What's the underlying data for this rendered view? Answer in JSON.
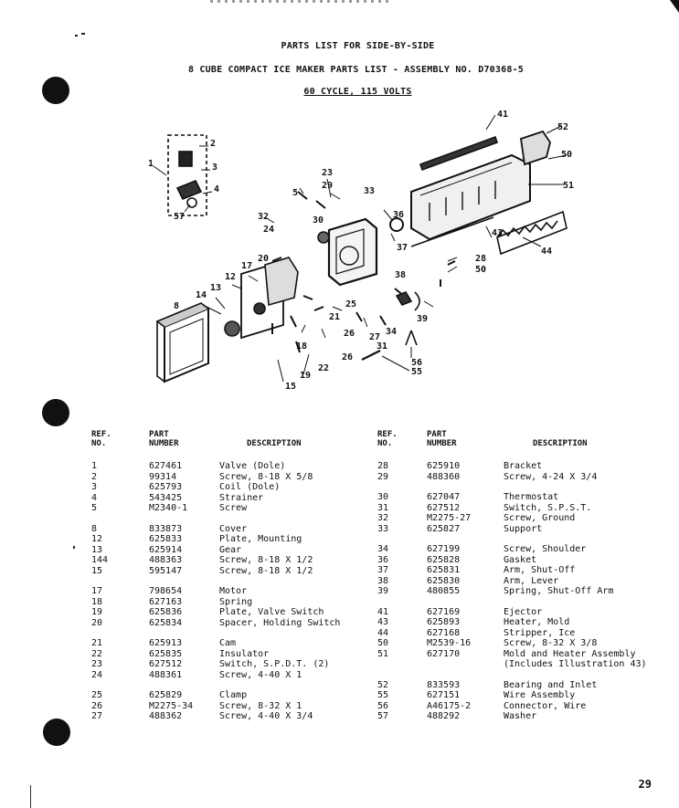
{
  "titles": {
    "line1": "PARTS LIST FOR SIDE-BY-SIDE",
    "line2": "8 CUBE COMPACT ICE MAKER PARTS LIST - ASSEMBLY NO. D70368-5",
    "line3": "60 CYCLE, 115 VOLTS"
  },
  "headers": {
    "ref": [
      "REF.",
      "NO."
    ],
    "part": [
      "PART",
      "NUMBER"
    ],
    "desc": "DESCRIPTION"
  },
  "callouts": [
    "1",
    "2",
    "3",
    "4",
    "57",
    "5",
    "23",
    "29",
    "33",
    "41",
    "52",
    "50",
    "51",
    "32",
    "24",
    "30",
    "36",
    "37",
    "43",
    "44",
    "28",
    "50",
    "17",
    "20",
    "38",
    "12",
    "13",
    "8",
    "14",
    "25",
    "21",
    "26",
    "34",
    "39",
    "18",
    "19",
    "31",
    "27",
    "26",
    "22",
    "15",
    "56",
    "55"
  ],
  "left_parts": [
    [
      "1",
      "627461",
      "Valve (Dole)"
    ],
    [
      "2",
      "99314",
      "Screw, 8-18 X 5/8"
    ],
    [
      "3",
      "625793",
      "Coil (Dole)"
    ],
    [
      "4",
      "543425",
      "Strainer"
    ],
    [
      "5",
      "M2340-1",
      "Screw"
    ],
    [
      "8",
      "833873",
      "Cover"
    ],
    [
      "12",
      "625833",
      "Plate, Mounting"
    ],
    [
      "13",
      "625914",
      "Gear"
    ],
    [
      "144",
      "488363",
      "Screw, 8-18 X 1/2"
    ],
    [
      "15",
      "595147",
      "Screw, 8-18 X 1/2"
    ],
    [
      "17",
      "798654",
      "Motor"
    ],
    [
      "18",
      "627163",
      "Spring"
    ],
    [
      "19",
      "625836",
      "Plate, Valve Switch"
    ],
    [
      "20",
      "625834",
      "Spacer, Holding Switch"
    ],
    [
      "21",
      "625913",
      "Cam"
    ],
    [
      "22",
      "625835",
      "Insulator"
    ],
    [
      "23",
      "627512",
      "Switch, S.P.D.T. (2)"
    ],
    [
      "24",
      "488361",
      "Screw, 4-40 X 1"
    ],
    [
      "25",
      "625829",
      "Clamp"
    ],
    [
      "26",
      "M2275-34",
      "Screw, 8-32 X 1"
    ],
    [
      "27",
      "488362",
      "Screw, 4-40 X 3/4"
    ]
  ],
  "right_parts": [
    [
      "28",
      "625910",
      "Bracket"
    ],
    [
      "29",
      "488360",
      "Screw, 4-24 X 3/4"
    ],
    [
      "30",
      "627047",
      "Thermostat"
    ],
    [
      "31",
      "627512",
      "Switch, S.P.S.T."
    ],
    [
      "32",
      "M2275-27",
      "Screw, Ground"
    ],
    [
      "33",
      "625827",
      "Support"
    ],
    [
      "34",
      "627199",
      "Screw, Shoulder"
    ],
    [
      "36",
      "625828",
      "Gasket"
    ],
    [
      "37",
      "625831",
      "Arm, Shut-Off"
    ],
    [
      "38",
      "625830",
      "Arm, Lever"
    ],
    [
      "39",
      "480855",
      "Spring, Shut-Off Arm"
    ],
    [
      "41",
      "627169",
      "Ejector"
    ],
    [
      "43",
      "625893",
      "Heater, Mold"
    ],
    [
      "44",
      "627168",
      "Stripper, Ice"
    ],
    [
      "50",
      "M2539-16",
      "Screw, 8-32 X 3/8"
    ],
    [
      "51",
      "627170",
      "Mold and Heater Assembly"
    ],
    [
      "",
      "",
      "(Includes Illustration 43)"
    ],
    [
      "52",
      "833593",
      "Bearing and Inlet"
    ],
    [
      "55",
      "627151",
      "Wire Assembly"
    ],
    [
      "56",
      "A46175-2",
      "Connector, Wire"
    ],
    [
      "57",
      "488292",
      "Washer"
    ]
  ],
  "page_number": "29"
}
